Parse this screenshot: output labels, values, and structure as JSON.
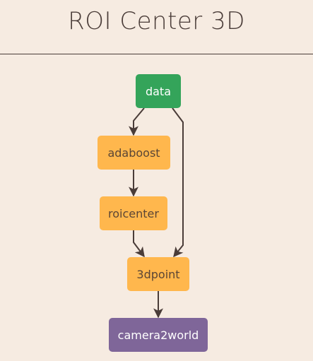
{
  "title": "ROI Center 3D",
  "colors": {
    "background": "#f6ebe1",
    "edge": "#4a3c38",
    "source_node": "#34a45a",
    "process_node": "#ffb74d",
    "sink_node": "#7f6699"
  },
  "nodes": [
    {
      "id": "data",
      "label": "data",
      "kind": "source"
    },
    {
      "id": "adaboost",
      "label": "adaboost",
      "kind": "process"
    },
    {
      "id": "roicenter",
      "label": "roicenter",
      "kind": "process"
    },
    {
      "id": "3dpoint",
      "label": "3dpoint",
      "kind": "process"
    },
    {
      "id": "camera2world",
      "label": "camera2world",
      "kind": "sink"
    }
  ],
  "edges": [
    {
      "from": "data",
      "to": "adaboost"
    },
    {
      "from": "data",
      "to": "3dpoint"
    },
    {
      "from": "adaboost",
      "to": "roicenter"
    },
    {
      "from": "roicenter",
      "to": "3dpoint"
    },
    {
      "from": "3dpoint",
      "to": "camera2world"
    }
  ]
}
